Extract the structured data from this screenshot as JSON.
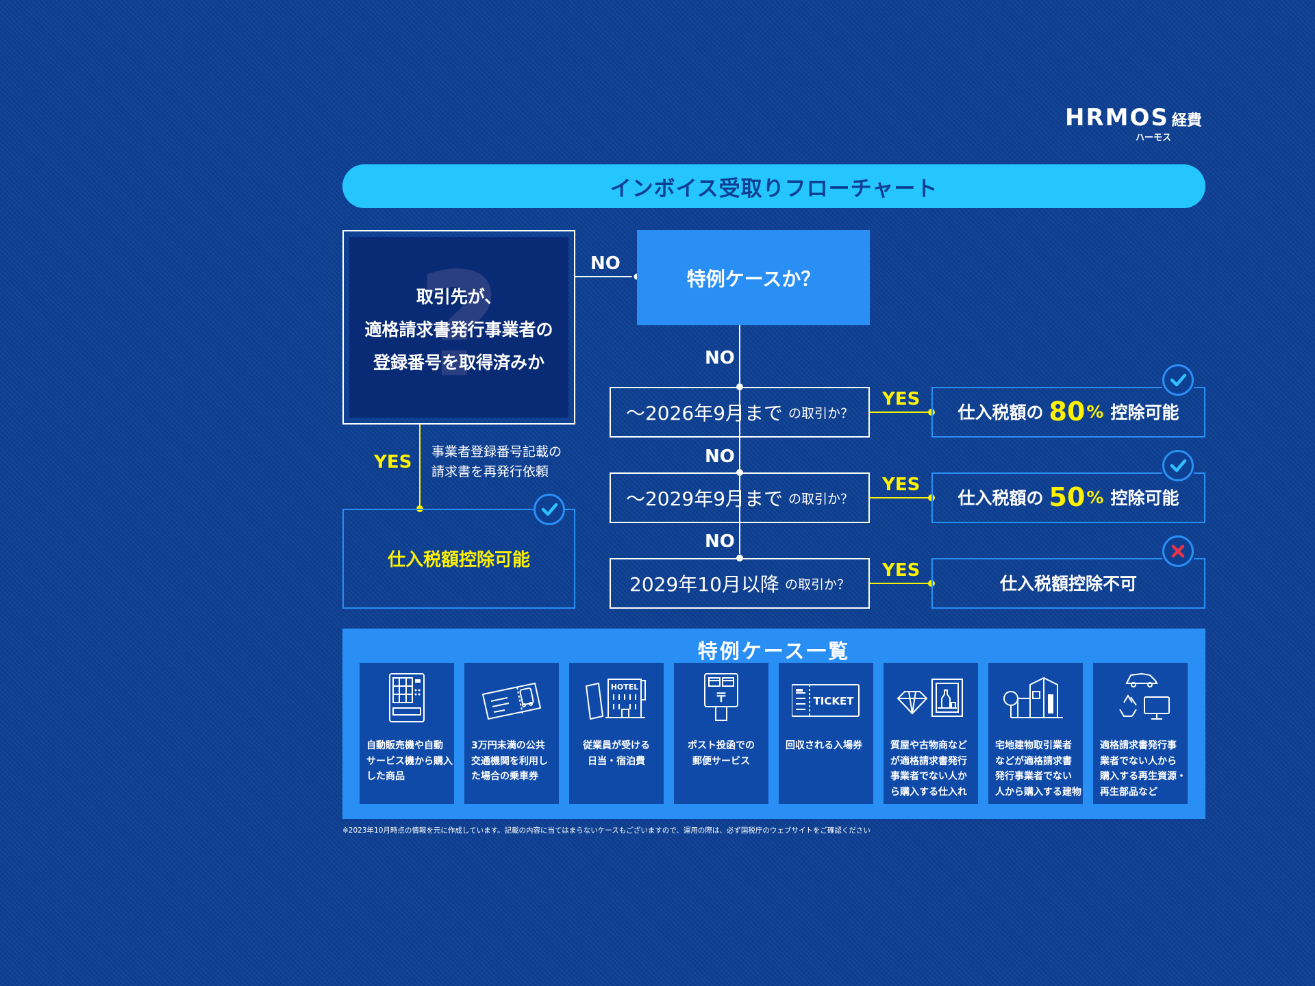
{
  "logo": {
    "brand": "HRMOS",
    "product": "経費",
    "kana": "ハーモス"
  },
  "title": "インボイス受取りフローチャート",
  "question": {
    "lines": [
      "取引先が、",
      "適格請求書発行事業者の",
      "登録番号を取得済みか"
    ],
    "mark": "?"
  },
  "special_check": "特例ケースか？",
  "labels": {
    "no": "NO",
    "yes": "YES"
  },
  "yes_branch": {
    "note_lines": [
      "事業者登録番号記載の",
      "請求書を再発行依頼"
    ],
    "result": "仕入税額控除可能"
  },
  "conditions": [
    {
      "main": "～2026年9月まで",
      "suffix": "の取引か？"
    },
    {
      "main": "～2029年9月まで",
      "suffix": "の取引か？"
    },
    {
      "main": "2029年10月以降",
      "suffix": "の取引か？"
    }
  ],
  "results": [
    {
      "prefix": "仕入税額の",
      "pct": "80",
      "pct_sign": "%",
      "suffix": "控除可能",
      "status": "check"
    },
    {
      "prefix": "仕入税額の",
      "pct": "50",
      "pct_sign": "%",
      "suffix": "控除可能",
      "status": "check"
    },
    {
      "text": "仕入税額控除不可",
      "status": "cross"
    }
  ],
  "special_list": {
    "title": "特例ケース一覧",
    "cards": [
      {
        "icon": "vending-machine-icon",
        "lines": [
          "自動販売機や自動",
          "サービス機から購入",
          "した商品"
        ]
      },
      {
        "icon": "transit-ticket-icon",
        "lines": [
          "3万円未満の公共",
          "交通機関を利用し",
          "た場合の乗車券"
        ]
      },
      {
        "icon": "hotel-icon",
        "icon_label": "HOTEL",
        "lines": [
          "従業員が受ける",
          "日当・宿泊費"
        ]
      },
      {
        "icon": "postbox-icon",
        "icon_label": "〒",
        "lines": [
          "ポスト投函での",
          "郵便サービス"
        ]
      },
      {
        "icon": "ticket-icon",
        "icon_label": "TICKET",
        "lines": [
          "回収される入場券"
        ]
      },
      {
        "icon": "diamond-antique-icon",
        "lines": [
          "質屋や古物商など",
          "が適格請求書発行",
          "事業者でない人か",
          "ら購入する仕入れ"
        ]
      },
      {
        "icon": "building-icon",
        "lines": [
          "宅地建物取引業者",
          "などが適格請求書",
          "発行事業者でない",
          "人から購入する建物"
        ]
      },
      {
        "icon": "recycle-icon",
        "lines": [
          "適格請求書発行事",
          "業者でない人から",
          "購入する再生資源・",
          "再生部品など"
        ]
      }
    ]
  },
  "footnote": "※2023年10月時点の情報を元に作成しています。記載の内容に当てはまらないケースもございますので、運用の際は、必ず国税庁のウェブサイトをご確認ください",
  "colors": {
    "background": "#0d3f92",
    "accent": "#25c5ff",
    "box_blue": "#2a8ff5",
    "yes_yellow": "#fff200",
    "cross_red": "#e8344a"
  }
}
